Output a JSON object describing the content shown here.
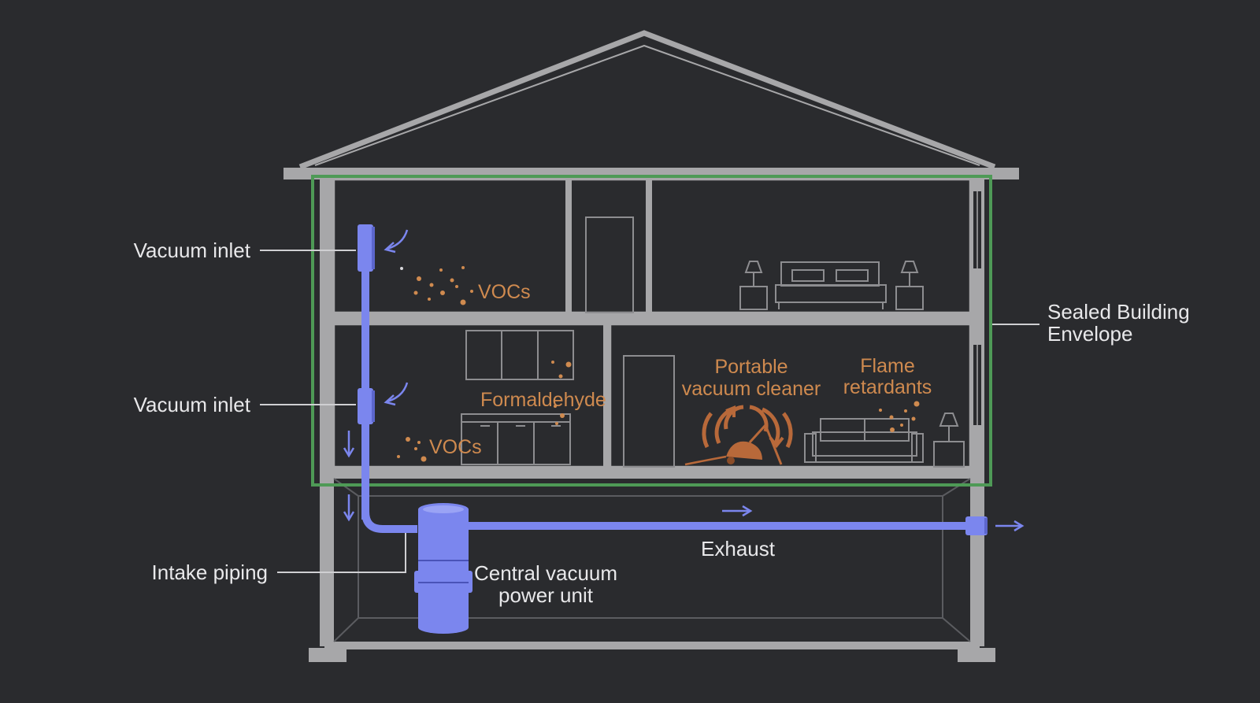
{
  "colors": {
    "background": "#2a2b2e",
    "structure": "#a7a7a9",
    "interior_line": "#8d8d90",
    "vacuum_system": "#7b86ee",
    "pollutant": "#cf8a4f",
    "envelope": "#4e9a56",
    "label": "#e8e8ea"
  },
  "labels": {
    "vacuum_inlet_upper": "Vacuum inlet",
    "vacuum_inlet_lower": "Vacuum inlet",
    "intake_piping": "Intake piping",
    "central_unit_line1": "Central vacuum",
    "central_unit_line2": "power unit",
    "exhaust": "Exhaust",
    "envelope_line1": "Sealed Building",
    "envelope_line2": "Envelope"
  },
  "pollutants": {
    "vocs_upper": "VOCs",
    "vocs_lower": "VOCs",
    "formaldehyde": "Formaldehyde",
    "portable_line1": "Portable",
    "portable_line2": "vacuum cleaner",
    "flame_line1": "Flame",
    "flame_line2": "retardants"
  }
}
